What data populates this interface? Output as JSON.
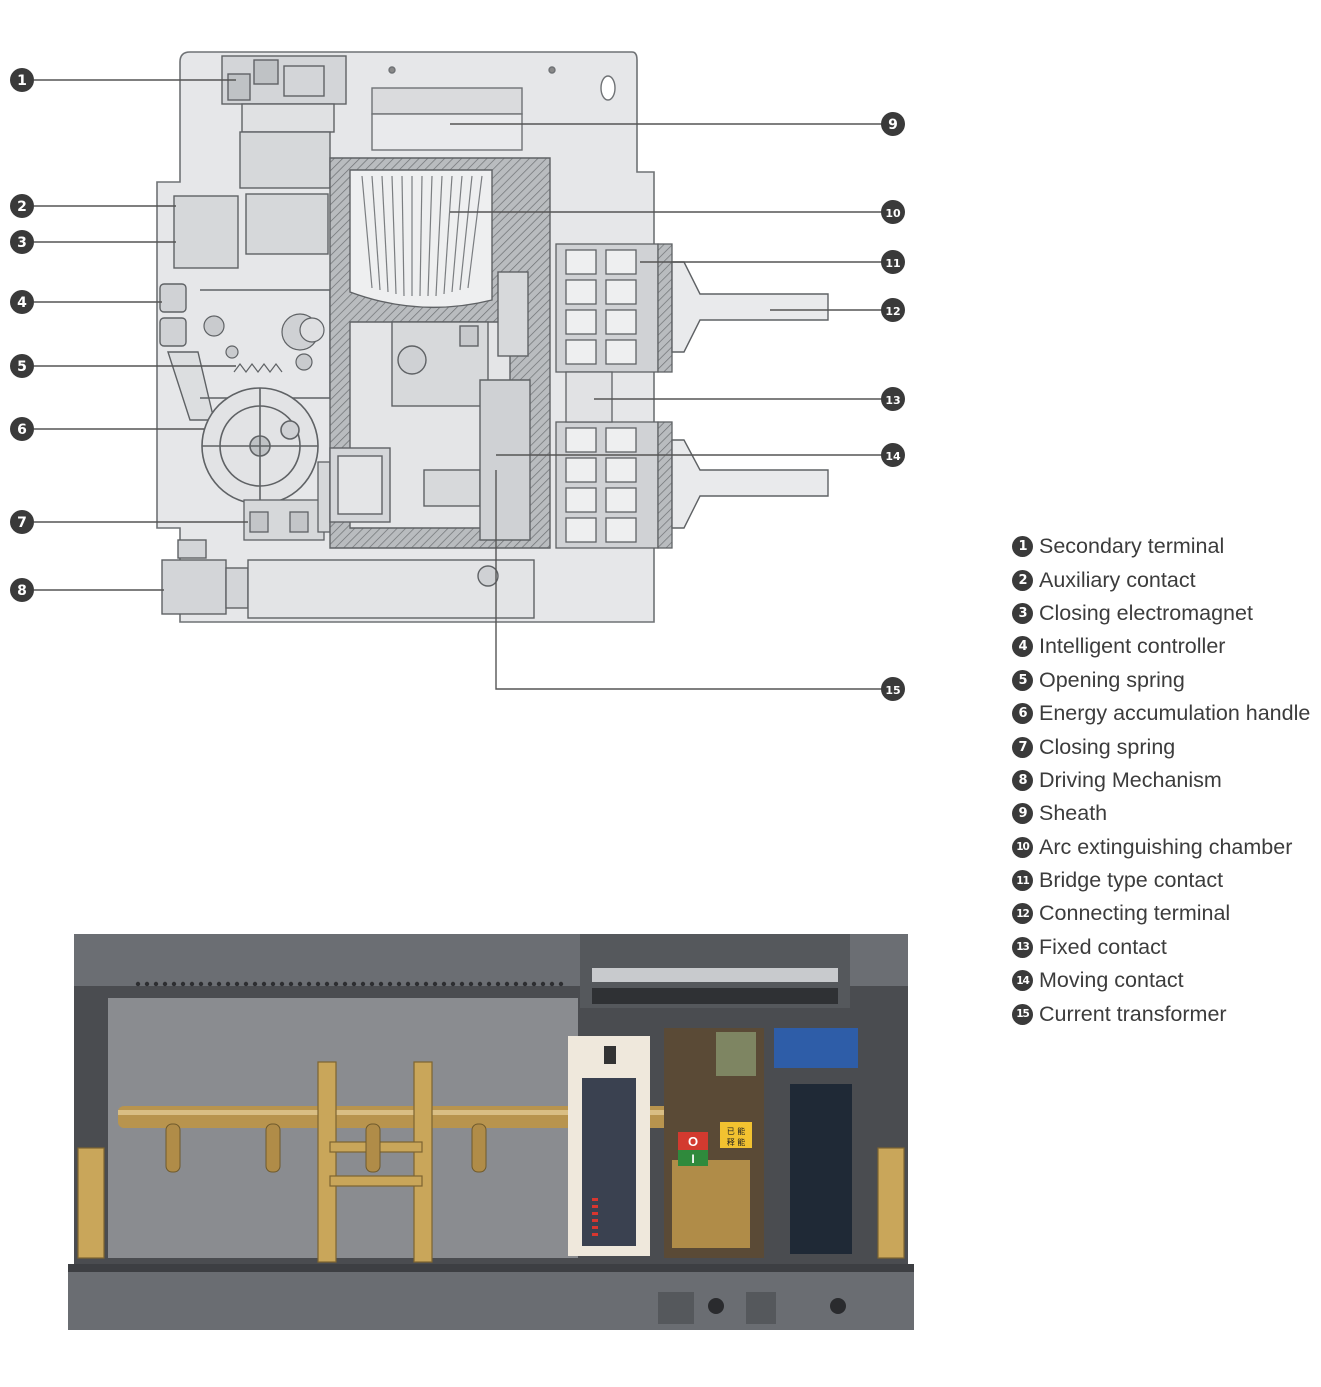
{
  "callouts": [
    "1",
    "2",
    "3",
    "4",
    "5",
    "6",
    "7",
    "8",
    "9",
    "10",
    "11",
    "12",
    "13",
    "14",
    "15"
  ],
  "legend": [
    {
      "num": "1",
      "label": "Secondary terminal"
    },
    {
      "num": "2",
      "label": "Auxiliary contact"
    },
    {
      "num": "3",
      "label": "Closing electromagnet"
    },
    {
      "num": "4",
      "label": "Intelligent controller"
    },
    {
      "num": "5",
      "label": "Opening spring"
    },
    {
      "num": "6",
      "label": "Energy accumulation handle"
    },
    {
      "num": "7",
      "label": "Closing spring"
    },
    {
      "num": "8",
      "label": "Driving Mechanism"
    },
    {
      "num": "9",
      "label": "Sheath"
    },
    {
      "num": "10",
      "label": "Arc extinguishing chamber"
    },
    {
      "num": "11",
      "label": "Bridge type contact"
    },
    {
      "num": "12",
      "label": "Connecting terminal"
    },
    {
      "num": "13",
      "label": "Fixed contact"
    },
    {
      "num": "14",
      "label": "Moving contact"
    },
    {
      "num": "15",
      "label": "Current transformer"
    }
  ],
  "photo": {
    "panel_marks": [
      "O",
      "I"
    ],
    "panel_text": [
      "已 能",
      "释 能"
    ]
  },
  "colors": {
    "badge": "#3a3a3a",
    "line": "#555555",
    "drawing_fill": "#e8e9eb",
    "drawing_stroke": "#6f7275",
    "housing": "#6b6e73",
    "brass": "#b8944e"
  }
}
